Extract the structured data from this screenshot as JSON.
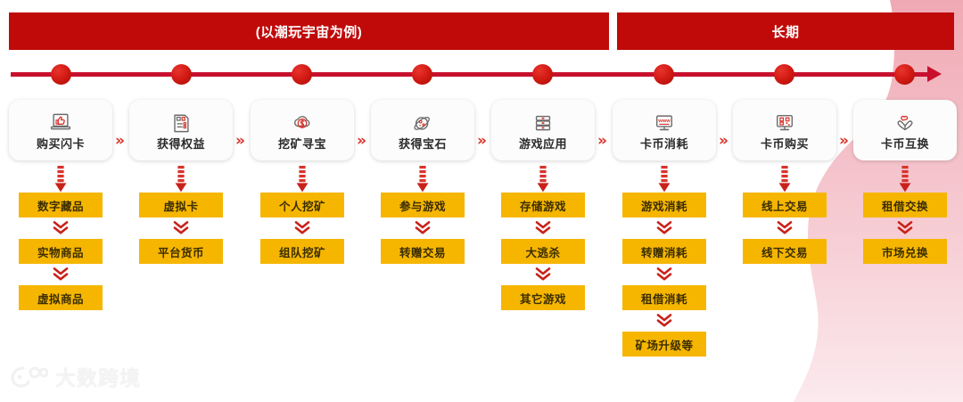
{
  "header": {
    "banners": [
      {
        "label": "(以潮玩宇宙为例)",
        "name": "banner-example"
      },
      {
        "label": "长期",
        "name": "banner-longterm"
      }
    ],
    "banner_color": "#C00A0A",
    "banner_text_color": "#FFFFFF"
  },
  "timeline": {
    "node_count": 8,
    "line_color": "#C8102E",
    "dot_color": "#D41C15",
    "has_end_arrow": true
  },
  "separator": {
    "glyph": "»",
    "color": "#D8342B"
  },
  "theme": {
    "yellow": "#F6B600",
    "red": "#C8102E",
    "pink_blob": "#F3C4CB",
    "card_bg": "#FCFCFC"
  },
  "columns": [
    {
      "card": {
        "title": "购买闪卡",
        "icon": "laptop-thumbsup-icon"
      },
      "steps": [
        "数字藏品",
        "实物商品",
        "虚拟商品"
      ]
    },
    {
      "card": {
        "title": "获得权益",
        "icon": "document-list-icon"
      },
      "steps": [
        "虚拟卡",
        "平台货币"
      ]
    },
    {
      "card": {
        "title": "挖矿寻宝",
        "icon": "cloud-mining-icon"
      },
      "steps": [
        "个人挖矿",
        "组队挖矿"
      ]
    },
    {
      "card": {
        "title": "获得宝石",
        "icon": "planet-gem-icon"
      },
      "steps": [
        "参与游戏",
        "转赠交易"
      ]
    },
    {
      "card": {
        "title": "游戏应用",
        "icon": "server-stack-icon"
      },
      "steps": [
        "存储游戏",
        "大逃杀",
        "其它游戏"
      ]
    },
    {
      "card": {
        "title": "卡币消耗",
        "icon": "monitor-www-icon"
      },
      "steps": [
        "游戏消耗",
        "转赠消耗",
        "租借消耗",
        "矿场升级等"
      ]
    },
    {
      "card": {
        "title": "卡币购买",
        "icon": "monitor-qrcode-icon"
      },
      "steps": [
        "线上交易",
        "线下交易"
      ]
    },
    {
      "card": {
        "title": "卡币互换",
        "icon": "hands-heart-icon"
      },
      "steps": [
        "租借交换",
        "市场兑换"
      ]
    }
  ],
  "watermark": {
    "text": "大数跨境",
    "logo": "dashu-logo-icon"
  }
}
